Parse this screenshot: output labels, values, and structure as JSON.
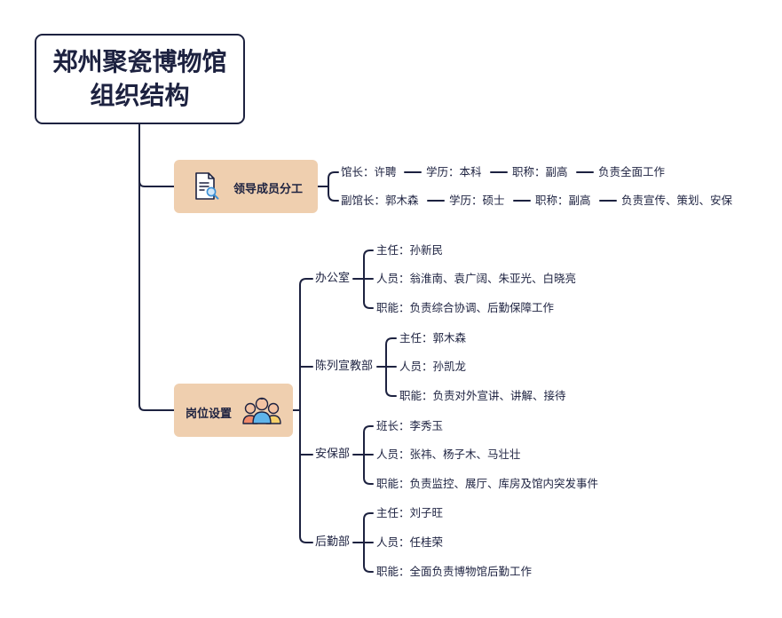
{
  "root": {
    "title_line1": "郑州聚瓷博物馆",
    "title_line2": "组织结构"
  },
  "leadership": {
    "label": "领导成员分工",
    "icon": "document-search-icon",
    "rows": [
      {
        "role": "馆长：许聘",
        "education": "学历：本科",
        "title": "职称：副高",
        "duty": "负责全面工作"
      },
      {
        "role": "副馆长：郭木森",
        "education": "学历：硕士",
        "title": "职称：副高",
        "duty": "负责宣传、策划、安保"
      }
    ]
  },
  "positions": {
    "label": "岗位设置",
    "icon": "team-people-icon",
    "departments": [
      {
        "name": "办公室",
        "items": [
          "主任：孙新民",
          "人员：翁淮南、袁广阔、朱亚光、白晓亮",
          "职能：负责综合协调、后勤保障工作"
        ]
      },
      {
        "name": "陈列宣教部",
        "items": [
          "主任：郭木森",
          "人员：孙凯龙",
          "职能：负责对外宣讲、讲解、接待"
        ]
      },
      {
        "name": "安保部",
        "items": [
          "班长：李秀玉",
          "人员：张祎、杨子木、马壮壮",
          "职能：负责监控、展厅、库房及馆内突发事件"
        ]
      },
      {
        "name": "后勤部",
        "items": [
          "主任：刘子旺",
          "人员：任桂荣",
          "职能：全面负责博物馆后勤工作"
        ]
      }
    ]
  },
  "colors": {
    "line": "#1d2240",
    "category_fill": "#efcfaf",
    "icon_accent": "#3a8fd6"
  }
}
